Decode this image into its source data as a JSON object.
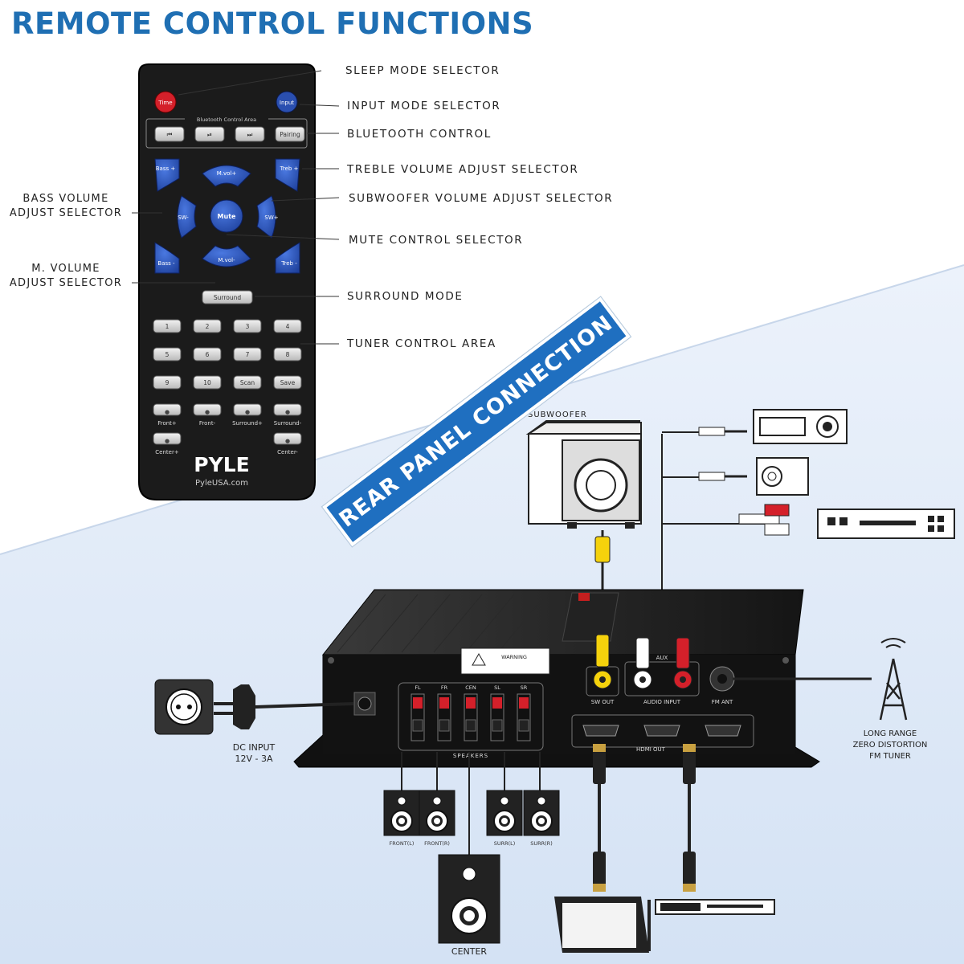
{
  "title": "REMOTE CONTROL FUNCTIONS",
  "callouts": {
    "sleep": "SLEEP MODE SELECTOR",
    "input": "INPUT MODE SELECTOR",
    "bluetooth": "BLUETOOTH CONTROL",
    "treble": "TREBLE VOLUME ADJUST SELECTOR",
    "subwoofer": "SUBWOOFER VOLUME ADJUST SELECTOR",
    "mute": "MUTE CONTROL SELECTOR",
    "surround": "SURROUND MODE",
    "tuner": "TUNER CONTROL AREA",
    "bass_line1": "BASS VOLUME",
    "bass_line2": "ADJUST SELECTOR",
    "mvol_line1": "M. VOLUME",
    "mvol_line2": "ADJUST SELECTOR"
  },
  "remote": {
    "sleep_btn": "Time",
    "input_btn": "Input",
    "bt_area_label": "Bluetooth Control Area",
    "bt_buttons": [
      "⏮",
      "⏯",
      "⏭",
      "Pairing"
    ],
    "bass_plus": "Bass +",
    "bass_minus": "Bass -",
    "treb_plus": "Treb +",
    "treb_minus": "Treb -",
    "mvol_up": "M.vol+",
    "mvol_down": "M.vol-",
    "sw_minus": "SW-",
    "sw_plus": "SW+",
    "mute": "Mute",
    "surround": "Surround",
    "keypad": [
      "1",
      "2",
      "3",
      "4",
      "5",
      "6",
      "7",
      "8",
      "9",
      "10",
      "Scan",
      "Save"
    ],
    "level_labels": [
      "Front+",
      "Front-",
      "Surround+",
      "Surround-"
    ],
    "center_labels": [
      "Center+",
      "Center-"
    ],
    "brand": "PYLE",
    "site": "PyleUSA.com"
  },
  "banner": "REAR PANEL CONNECTION",
  "rear": {
    "subwoofer_label": "SUBWOOFER",
    "dc_input_line1": "DC INPUT",
    "dc_input_line2": "12V - 3A",
    "speakers_label": "SPEAKERS",
    "speaker_channels": [
      "FL",
      "FR",
      "CEN",
      "SL",
      "SR"
    ],
    "sw_out": "SW OUT",
    "audio_input": "AUDIO INPUT",
    "aux": "AUX",
    "fm_ant": "FM ANT",
    "hdmi": "HDMI OUT",
    "speaker_names": [
      "FRONT(L)",
      "FRONT(R)",
      "SURR(L)",
      "SURR(R)"
    ],
    "center": "CENTER",
    "fm_line1": "LONG RANGE",
    "fm_line2": "ZERO DISTORTION",
    "fm_line3": "FM TUNER",
    "warning": "WARNING"
  },
  "colors": {
    "title_blue": "#1f6fb3",
    "banner_blue": "#1f6fc0",
    "remote_body": "#1a1a1a",
    "remote_blue_keys": "#2a4fb0",
    "red_button": "#d4202a",
    "background_light": "#dfe9f7"
  }
}
